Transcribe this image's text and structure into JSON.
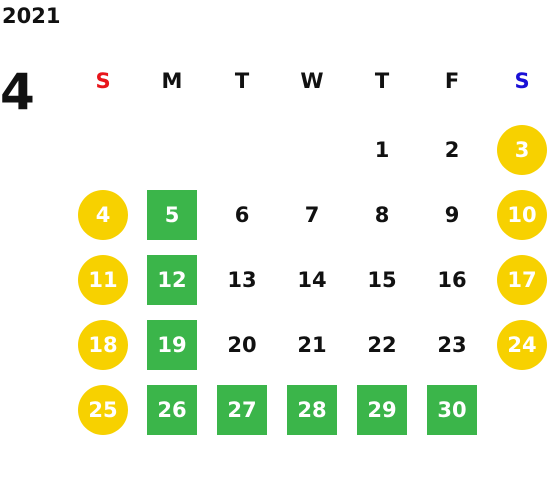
{
  "header": {
    "year": "2021",
    "month": "4"
  },
  "weekdays": [
    {
      "label": "S",
      "color": "#e8151b"
    },
    {
      "label": "M",
      "color": "#111111"
    },
    {
      "label": "T",
      "color": "#111111"
    },
    {
      "label": "W",
      "color": "#111111"
    },
    {
      "label": "T",
      "color": "#111111"
    },
    {
      "label": "F",
      "color": "#111111"
    },
    {
      "label": "S",
      "color": "#1a10d6"
    }
  ],
  "colors": {
    "weekend_circle": "#f7d100",
    "holiday_square": "#3bb54a",
    "text": "#111111"
  },
  "weeks": [
    [
      null,
      null,
      null,
      null,
      {
        "day": "1"
      },
      {
        "day": "2"
      },
      {
        "day": "3",
        "style": "weekend"
      }
    ],
    [
      {
        "day": "4",
        "style": "weekend"
      },
      {
        "day": "5",
        "style": "holiday"
      },
      {
        "day": "6"
      },
      {
        "day": "7"
      },
      {
        "day": "8"
      },
      {
        "day": "9"
      },
      {
        "day": "10",
        "style": "weekend"
      }
    ],
    [
      {
        "day": "11",
        "style": "weekend"
      },
      {
        "day": "12",
        "style": "holiday"
      },
      {
        "day": "13"
      },
      {
        "day": "14"
      },
      {
        "day": "15"
      },
      {
        "day": "16"
      },
      {
        "day": "17",
        "style": "weekend"
      }
    ],
    [
      {
        "day": "18",
        "style": "weekend"
      },
      {
        "day": "19",
        "style": "holiday"
      },
      {
        "day": "20"
      },
      {
        "day": "21"
      },
      {
        "day": "22"
      },
      {
        "day": "23"
      },
      {
        "day": "24",
        "style": "weekend"
      }
    ],
    [
      {
        "day": "25",
        "style": "weekend"
      },
      {
        "day": "26",
        "style": "holiday"
      },
      {
        "day": "27",
        "style": "holiday"
      },
      {
        "day": "28",
        "style": "holiday"
      },
      {
        "day": "29",
        "style": "holiday"
      },
      {
        "day": "30",
        "style": "holiday"
      },
      null
    ]
  ]
}
